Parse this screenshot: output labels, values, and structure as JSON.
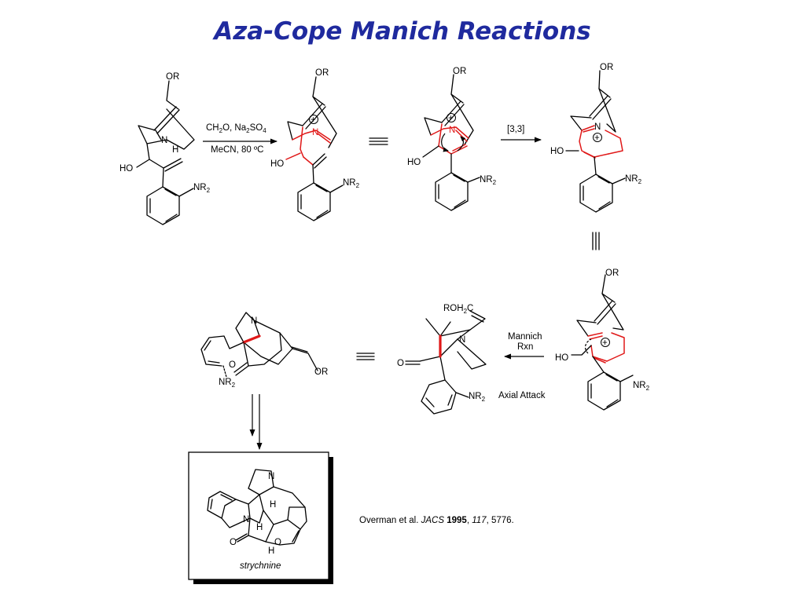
{
  "title": "Aza-Cope Manich Reactions",
  "reagents": {
    "line1": {
      "p1": "CH",
      "s1": "2",
      "p2": "O, Na",
      "s2": "2",
      "p3": "SO",
      "s3": "4"
    },
    "line2": "MeCN, 80 ºC"
  },
  "labels": {
    "or": "OR",
    "ho": "HO",
    "n": "N",
    "h": "H",
    "nr": "NR",
    "nr_sub": "2",
    "o": "O",
    "roh2c": "ROH",
    "roh2c_sub": "2",
    "roh2c_c": "C",
    "plus": "+"
  },
  "steps": {
    "sigmatropic": "[3,3]",
    "mannich_1": "Mannich",
    "mannich_2": "Rxn",
    "axial": "Axial Attack"
  },
  "product": {
    "name": "strychnine"
  },
  "citation": {
    "author": "Overman et al. ",
    "journal": "JACS",
    "year": "1995",
    "volume": "117",
    "pages": "5776."
  }
}
